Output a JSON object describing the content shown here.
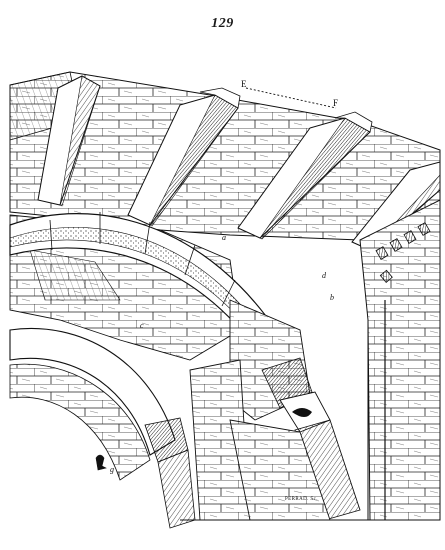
{
  "page": {
    "number": "129"
  },
  "figure": {
    "labels": {
      "e": "E",
      "f": "F",
      "a": "a",
      "b": "b",
      "c": "c",
      "d": "d",
      "g": "g"
    },
    "engraver_signature": "PERRAD. Sc."
  },
  "colors": {
    "ink": "#1a1a1a",
    "paper": "#ffffff"
  }
}
